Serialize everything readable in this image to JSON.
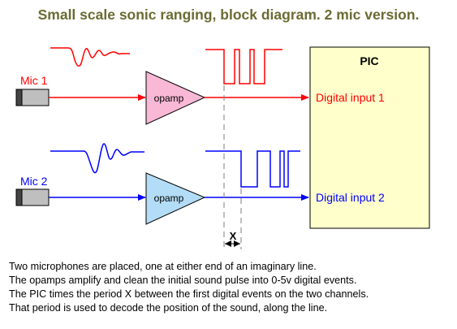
{
  "title": "Small scale sonic ranging, block diagram. 2 mic version.",
  "channels": [
    {
      "mic_label": "Mic 1",
      "amp_label": "opamp",
      "input_label": "Digital input 1",
      "color": "#ff0000",
      "amp_fill": "#f9b8d6"
    },
    {
      "mic_label": "Mic 2",
      "amp_label": "opamp",
      "input_label": "Digital input 2",
      "color": "#0000ff",
      "amp_fill": "#b3dcf6"
    }
  ],
  "pic": {
    "label": "PIC",
    "fill": "#ffffcc"
  },
  "period_label": "X",
  "description": [
    "Two microphones are placed, one at either end of an imaginary line.",
    "The opamps amplify and clean the initial sound pulse into 0-5v digital events.",
    "The PIC times the period X between the first digital events on the two channels.",
    "That period is used to decode the position of the sound, along the line."
  ]
}
